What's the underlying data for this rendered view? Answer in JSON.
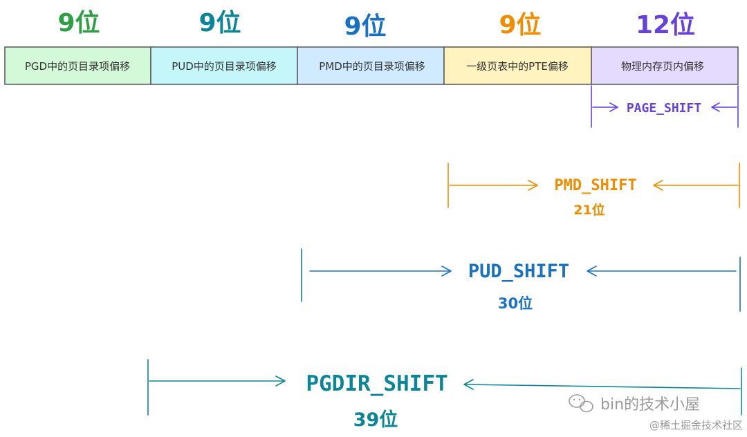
{
  "colors": {
    "green": "#2f9e44",
    "teal": "#0c8599",
    "blue": "#1971c2",
    "orange": "#f08c00",
    "purple": "#6741d9",
    "border": "#555555"
  },
  "segments": [
    {
      "id": "pgd",
      "bits": "9位",
      "label": "PGD中的页目录项偏移",
      "fill": "#d3f9d8",
      "text_color": "#2f9e44"
    },
    {
      "id": "pud",
      "bits": "9位",
      "label": "PUD中的页目录项偏移",
      "fill": "#c5f6fa",
      "text_color": "#0c8599"
    },
    {
      "id": "pmd",
      "bits": "9位",
      "label": "PMD中的页目录项偏移",
      "fill": "#d0ebff",
      "text_color": "#1971c2"
    },
    {
      "id": "pte",
      "bits": "9位",
      "label": "一级页表中的PTE偏移",
      "fill": "#fff3bf",
      "text_color": "#f08c00"
    },
    {
      "id": "offset",
      "bits": "12位",
      "label": "物理内存页内偏移",
      "fill": "#e5dbff",
      "text_color": "#6741d9"
    }
  ],
  "shifts": [
    {
      "id": "page-shift",
      "name": "PAGE_SHIFT",
      "bits": "",
      "color": "#6741d9"
    },
    {
      "id": "pmd-shift",
      "name": "PMD_SHIFT",
      "bits": "21位",
      "color": "#f08c00"
    },
    {
      "id": "pud-shift",
      "name": "PUD_SHIFT",
      "bits": "30位",
      "color": "#1971c2"
    },
    {
      "id": "pgdir-shift",
      "name": "PGDIR_SHIFT",
      "bits": "39位",
      "color": "#0c8599"
    }
  ],
  "watermark": {
    "channel": "bin的技术小屋",
    "site": "@稀土掘金技术社区",
    "icon": "wechat-icon"
  }
}
